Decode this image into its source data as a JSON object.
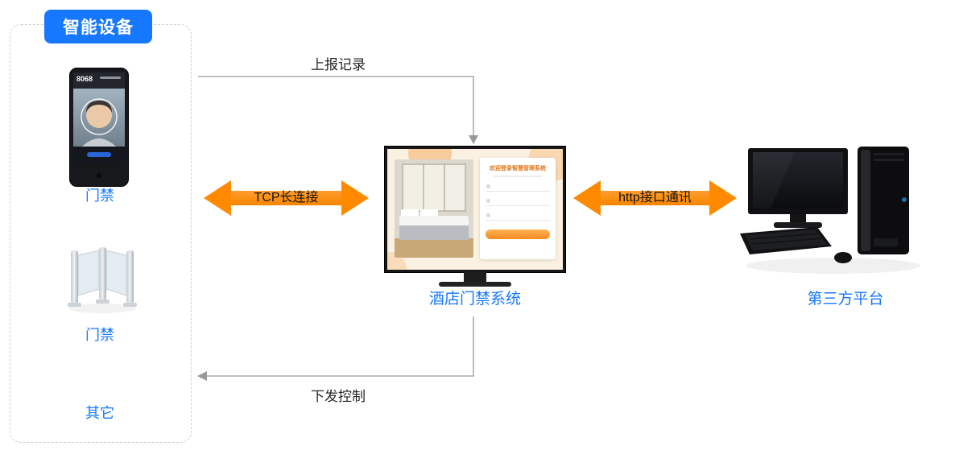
{
  "diagram": {
    "group": {
      "title": "智能设备",
      "items": [
        {
          "label": "门禁",
          "type": "face-access-device",
          "screen_text": "8068"
        },
        {
          "label": "门禁",
          "type": "speed-gate"
        },
        {
          "label": "其它",
          "type": "others"
        }
      ]
    },
    "hotel_system": {
      "label": "酒店门禁系统",
      "screen_title": "欢迎登录智慧管理系统"
    },
    "third_party": {
      "label": "第三方平台"
    },
    "connections": [
      {
        "id": "report",
        "label": "上报记录",
        "style": "thin-gray-line",
        "direction": "devices-to-system"
      },
      {
        "id": "tcp",
        "label": "TCP长连接",
        "style": "orange-double-arrow",
        "direction": "bidirectional"
      },
      {
        "id": "http",
        "label": "http接口通讯",
        "style": "orange-double-arrow",
        "direction": "bidirectional"
      },
      {
        "id": "control",
        "label": "下发控制",
        "style": "thin-gray-line",
        "direction": "system-to-devices"
      }
    ],
    "colors": {
      "accent_blue": "#1677ff",
      "arrow_orange": "#ff8a00",
      "line_gray": "#999999"
    }
  }
}
